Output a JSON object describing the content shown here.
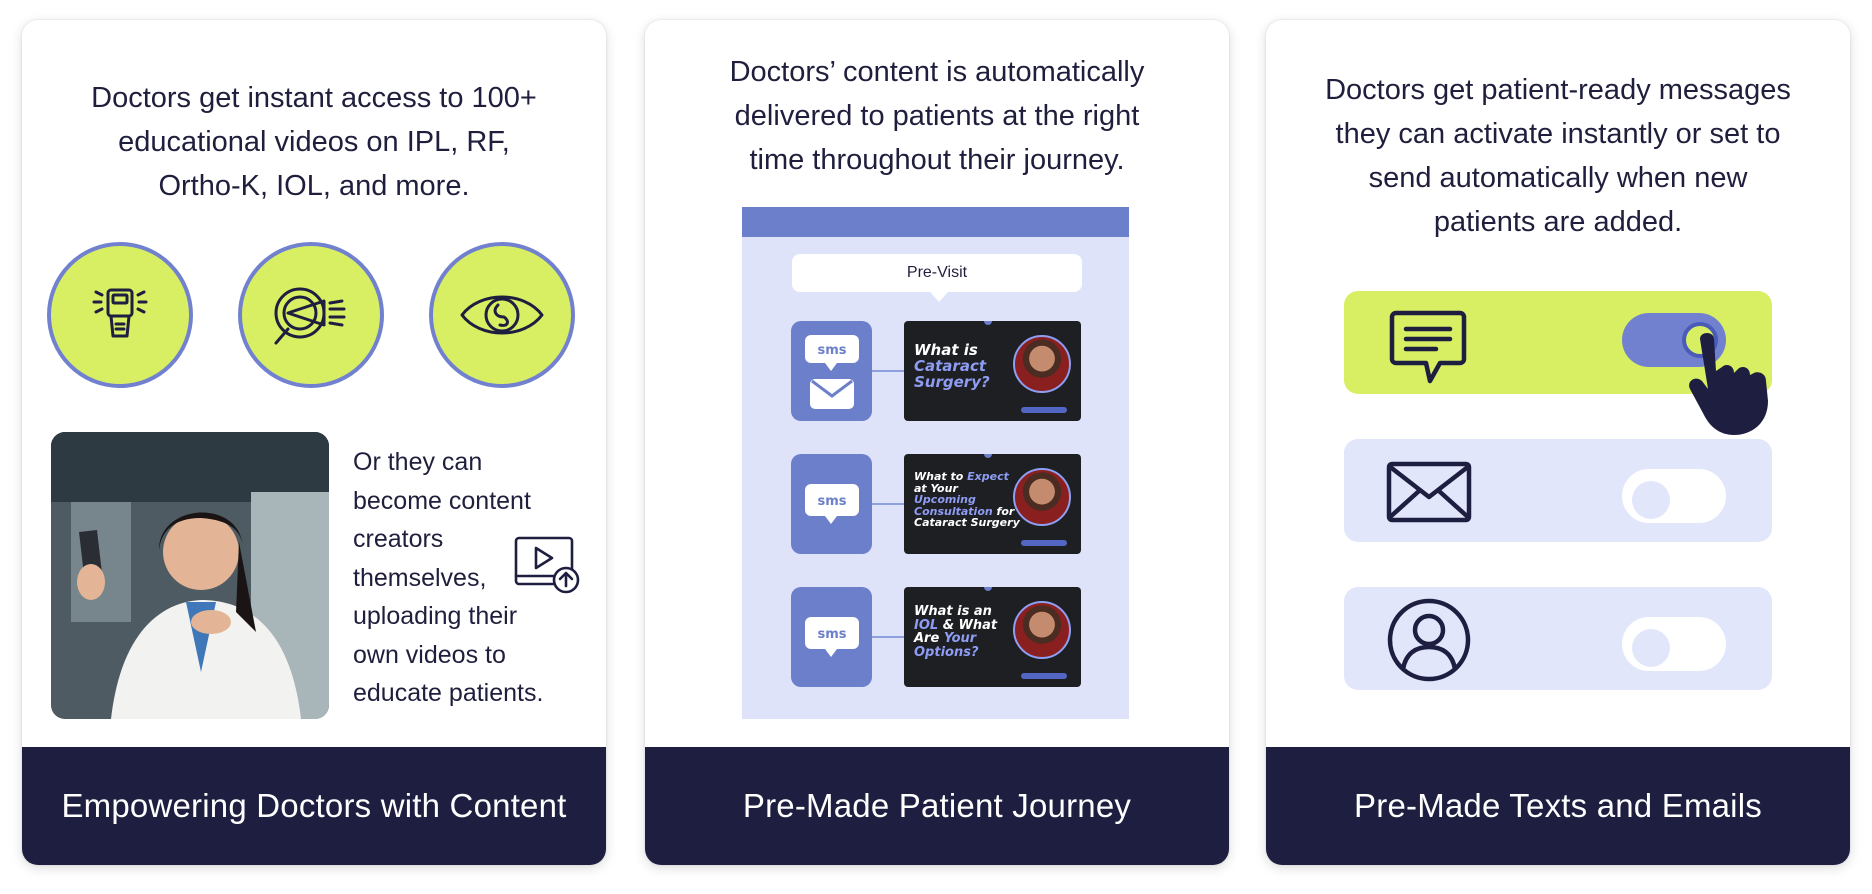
{
  "card1": {
    "lead": [
      "Doctors get instant access to 100+",
      "educational videos on IPL, RF,",
      "Ortho-K, IOL, and more."
    ],
    "side_text": [
      "Or they can",
      "become content",
      "creators",
      "themselves,",
      "uploading their",
      "own videos to",
      "educate patients."
    ],
    "footer": "Empowering Doctors with Content",
    "icons": [
      "ipl-device-icon",
      "eye-procedure-icon",
      "eye-icon",
      "video-upload-icon"
    ]
  },
  "card2": {
    "lead": [
      "Doctors’ content is automatically",
      "delivered to patients at the right",
      "time throughout their journey."
    ],
    "pre_visit": "Pre-Visit",
    "steps": [
      {
        "sms": "sms",
        "title_parts": [
          [
            "What is",
            false
          ],
          [
            "Cataract",
            true
          ],
          [
            "Surgery?",
            true
          ]
        ]
      },
      {
        "sms": "sms",
        "title_parts": [
          [
            "What to ",
            false
          ],
          [
            "Expect",
            true
          ],
          [
            "at Your",
            false
          ],
          [
            "Upcoming",
            true
          ],
          [
            "Consultation",
            true
          ],
          [
            " for",
            false
          ],
          [
            "Cataract Surgery",
            false
          ]
        ]
      },
      {
        "sms": "sms",
        "title_parts": [
          [
            "What is an",
            false
          ],
          [
            "IOL",
            true
          ],
          [
            " & What",
            false
          ],
          [
            "Are ",
            false
          ],
          [
            "Your",
            true
          ],
          [
            "Options?",
            true
          ]
        ]
      }
    ],
    "footer": "Pre-Made Patient Journey"
  },
  "card3": {
    "lead": [
      "Doctors get patient-ready messages",
      "they can activate instantly or set to",
      "send automatically when new",
      "patients are added."
    ],
    "rows": [
      {
        "icon": "chat-bubble-icon",
        "active": true
      },
      {
        "icon": "envelope-icon",
        "active": false
      },
      {
        "icon": "user-icon",
        "active": false
      }
    ],
    "footer": "Pre-Made Texts and Emails"
  },
  "colors": {
    "navy": "#1e1e40",
    "lime": "#d9ef63",
    "periwinkle": "#7281cf",
    "lavender": "#e2e6fb"
  }
}
